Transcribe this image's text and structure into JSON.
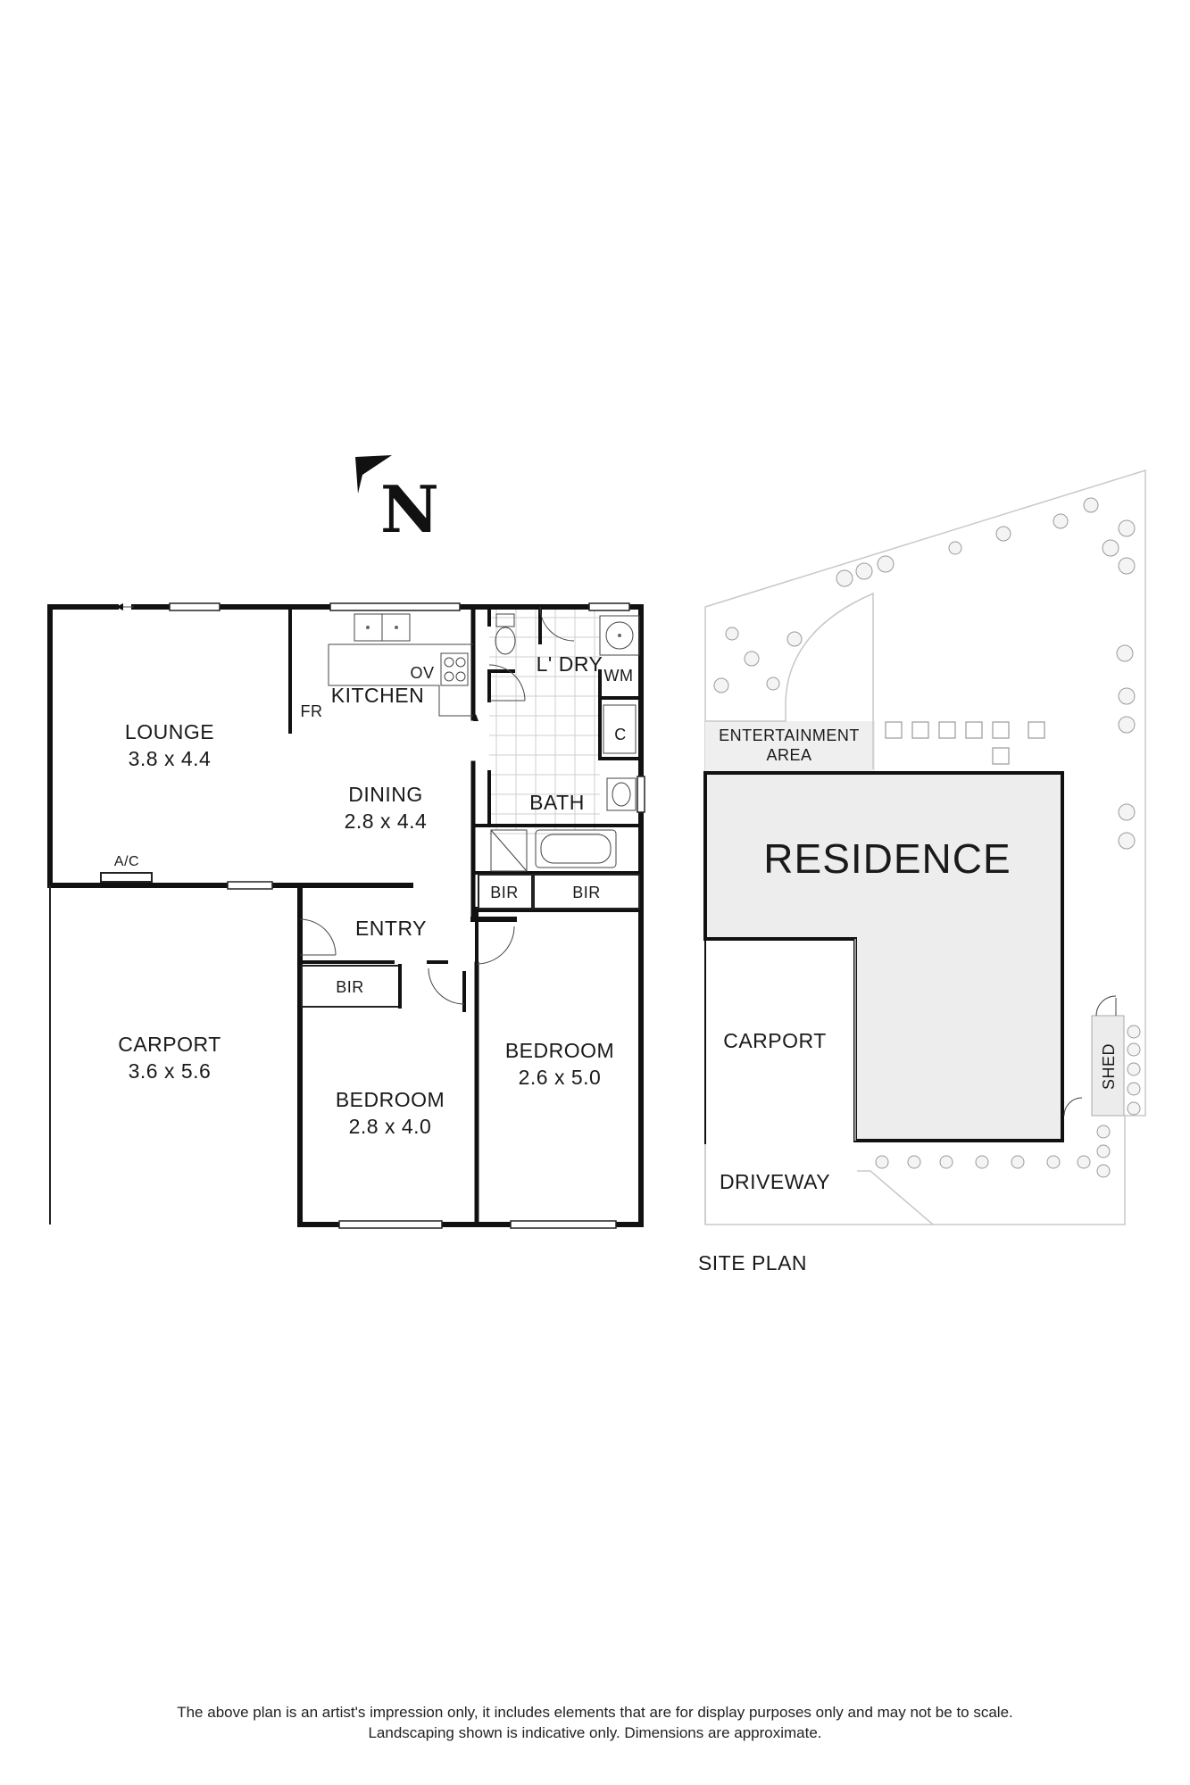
{
  "north_label": "N",
  "floor_plan": {
    "rooms": [
      {
        "id": "lounge",
        "name": "LOUNGE",
        "size": "3.8 x 4.4"
      },
      {
        "id": "kitchen",
        "name": "KITCHEN",
        "size": ""
      },
      {
        "id": "dining",
        "name": "DINING",
        "size": "2.8 x 4.4"
      },
      {
        "id": "laundry",
        "name": "L' DRY",
        "size": ""
      },
      {
        "id": "bath",
        "name": "BATH",
        "size": ""
      },
      {
        "id": "entry",
        "name": "ENTRY",
        "size": ""
      },
      {
        "id": "carport",
        "name": "CARPORT",
        "size": "3.6 x 5.6"
      },
      {
        "id": "bedroom1",
        "name": "BEDROOM",
        "size": "2.8 x 4.0"
      },
      {
        "id": "bedroom2",
        "name": "BEDROOM",
        "size": "2.6 x 5.0"
      }
    ],
    "fixtures": {
      "ov": "OV",
      "fr": "FR",
      "wm": "WM",
      "c": "C",
      "ac": "A/C",
      "bir_left": "BIR",
      "bir_mid": "BIR",
      "bir_right": "BIR"
    }
  },
  "site_plan": {
    "title": "SITE PLAN",
    "residence": "RESIDENCE",
    "entertainment_line1": "ENTERTAINMENT",
    "entertainment_line2": "AREA",
    "carport": "CARPORT",
    "driveway": "DRIVEWAY",
    "shed": "SHED"
  },
  "disclaimer": {
    "line1": "The above plan is an artist's impression only, it includes elements that are for display purposes only and may not be to scale.",
    "line2": "Landscaping shown is indicative only. Dimensions are approximate."
  }
}
